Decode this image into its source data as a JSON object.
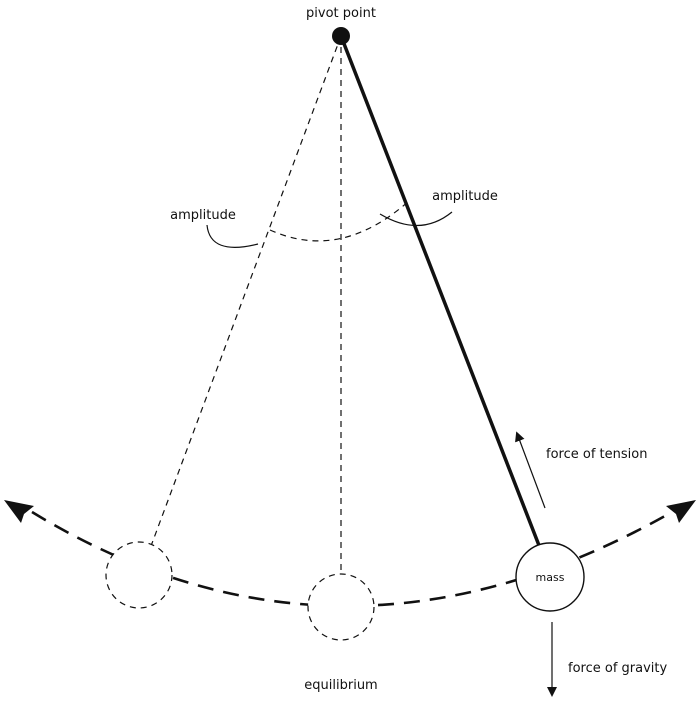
{
  "diagram": {
    "labels": {
      "pivot": "pivot point",
      "amplitude_left": "amplitude",
      "amplitude_right": "amplitude",
      "tension": "force of tension",
      "mass": "mass",
      "gravity": "force of gravity",
      "equilibrium": "equilibrium"
    }
  },
  "colors": {
    "ink": "#111111",
    "background": "#ffffff"
  }
}
